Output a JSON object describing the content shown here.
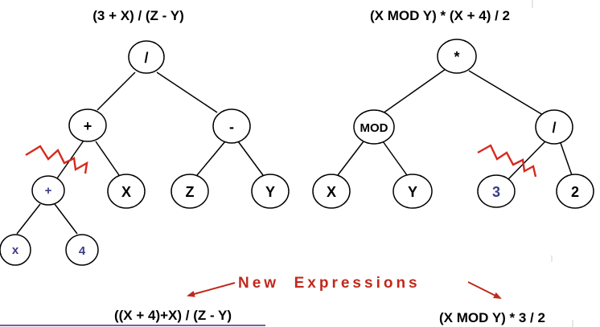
{
  "tree_left": {
    "expression": "(3 + X) / (Z - Y)",
    "root": "/",
    "plus": "+",
    "minus": "-",
    "sub_plus": "+",
    "leaf_x": "X",
    "leaf_z": "Z",
    "leaf_y": "Y",
    "new_x": "x",
    "new_4": "4"
  },
  "tree_right": {
    "expression": "(X MOD Y) * (X + 4) / 2",
    "root": "*",
    "mod": "MOD",
    "div": "/",
    "leaf_x": "X",
    "leaf_y": "Y",
    "new_3": "3",
    "leaf_2": "2"
  },
  "caption": "New  Expressions",
  "result_left": "((X + 4)+X) / (Z - Y)",
  "result_right": "(X MOD Y) * 3 / 2",
  "colors": {
    "cut_mark": "#d42a1e",
    "caption": "#c0291c",
    "new_subtree_text": "#3a3a8c"
  }
}
